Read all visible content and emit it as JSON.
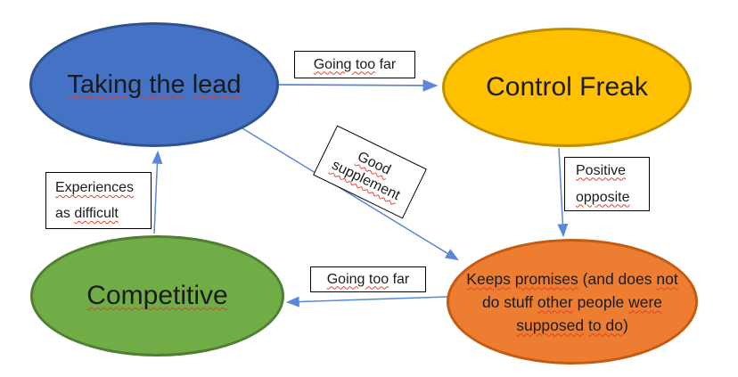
{
  "diagram": {
    "colors": {
      "arrow": "#5B87D9",
      "squiggle": "#E2402D",
      "label_border": "#000000",
      "background": "#FFFFFF"
    },
    "nodes": {
      "taking_the_lead": {
        "fill": "#4472C4",
        "border": "#2F528F",
        "lines": [
          [
            {
              "t": "Taking the",
              "sq": true
            },
            {
              "t": " "
            },
            {
              "t": "lead",
              "sq": true
            }
          ]
        ]
      },
      "control_freak": {
        "fill": "#FFC000",
        "border": "#BF9000",
        "lines": [
          [
            {
              "t": "Control Freak"
            }
          ]
        ]
      },
      "competitive": {
        "fill": "#70AD47",
        "border": "#507E32",
        "lines": [
          [
            {
              "t": "Competitive",
              "sq": true
            }
          ]
        ]
      },
      "keeps_promises": {
        "fill": "#ED7D31",
        "border": "#C55A11",
        "lines": [
          [
            {
              "t": "Keeps",
              "sq": true
            },
            {
              "t": " "
            },
            {
              "t": "promises",
              "sq": true
            },
            {
              "t": " (and does "
            },
            {
              "t": "not",
              "sq": true
            }
          ],
          [
            {
              "t": "do stuff "
            },
            {
              "t": "other",
              "sq": true
            },
            {
              "t": " people "
            },
            {
              "t": "were",
              "sq": true
            }
          ],
          [
            {
              "t": "supposed",
              "sq": true
            },
            {
              "t": " "
            },
            {
              "t": "to do",
              "sq": true
            },
            {
              "t": ")"
            }
          ]
        ]
      }
    },
    "edge_labels": {
      "going_too_far_top": {
        "lines": [
          [
            {
              "t": "Going too",
              "sq": true
            },
            {
              "t": " far"
            }
          ]
        ]
      },
      "good_supplement": {
        "lines": [
          [
            {
              "t": "Good",
              "sq": true
            }
          ],
          [
            {
              "t": "supplement",
              "sq": true
            }
          ]
        ]
      },
      "positive_opposite": {
        "lines": [
          [
            {
              "t": "Positive",
              "sq": true
            }
          ],
          [
            {
              "t": "opposite",
              "sq": true
            }
          ]
        ]
      },
      "going_too_far_bottom": {
        "lines": [
          [
            {
              "t": "Going too",
              "sq": true
            },
            {
              "t": " far"
            }
          ]
        ]
      },
      "experiences_as_difficult": {
        "lines": [
          [
            {
              "t": "Experiences",
              "sq": true
            }
          ],
          [
            {
              "t": "as "
            },
            {
              "t": "difficult",
              "sq": true
            }
          ]
        ]
      }
    }
  }
}
